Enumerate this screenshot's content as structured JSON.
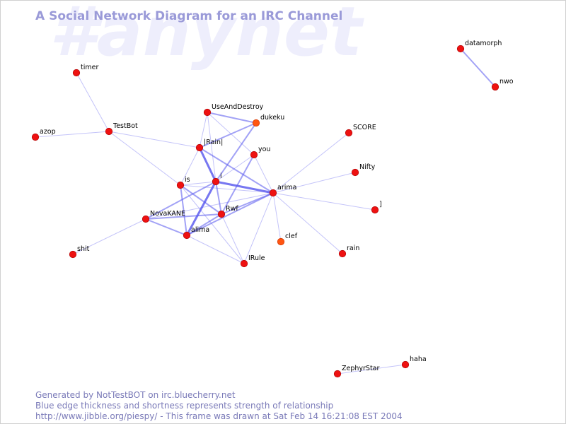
{
  "diagram": {
    "watermark": "#anynet",
    "title": "A Social Network Diagram for an IRC Channel",
    "footer_lines": [
      "Generated by NotTestBOT on irc.bluecherry.net",
      "Blue edge thickness and shortness represents strength of relationship",
      "http://www.jibble.org/piespy/ - This frame was drawn at Sat Feb 14 16:21:08 EST 2004"
    ],
    "colors": {
      "node": "#ee1111",
      "node_recent": "#ff5511",
      "edge": "#5555ee",
      "title": "#9a9ad8",
      "watermark": "#eeeefc",
      "footer": "#7a7ab8"
    },
    "nodes": [
      {
        "id": "timer",
        "label": "timer"
      },
      {
        "id": "testbot",
        "label": "TestBot"
      },
      {
        "id": "azop",
        "label": "azop"
      },
      {
        "id": "useanddestroy",
        "label": "UseAndDestroy"
      },
      {
        "id": "dukeku",
        "label": "dukeku",
        "recent": true
      },
      {
        "id": "rain",
        "label": "|Rain|"
      },
      {
        "id": "you",
        "label": "you"
      },
      {
        "id": "i",
        "label": "i"
      },
      {
        "id": "is",
        "label": "is"
      },
      {
        "id": "arima",
        "label": "arima"
      },
      {
        "id": "novakane",
        "label": "NovaKANE"
      },
      {
        "id": "rwf",
        "label": "Rwf"
      },
      {
        "id": "alima",
        "label": "alima"
      },
      {
        "id": "clef",
        "label": "clef",
        "recent": true
      },
      {
        "id": "shit",
        "label": "shit"
      },
      {
        "id": "irule",
        "label": "IRule"
      },
      {
        "id": "score",
        "label": "SCORE"
      },
      {
        "id": "nifty",
        "label": "Nifty"
      },
      {
        "id": "bracket",
        "label": "]"
      },
      {
        "id": "rainuser",
        "label": "rain"
      },
      {
        "id": "datamorph",
        "label": "datamorph"
      },
      {
        "id": "nwo",
        "label": "nwo"
      },
      {
        "id": "haha",
        "label": "haha"
      },
      {
        "id": "zephyrstar",
        "label": "ZephyrStar"
      }
    ],
    "edges": [
      {
        "from": "timer",
        "to": "testbot",
        "strength": 1
      },
      {
        "from": "azop",
        "to": "testbot",
        "strength": 1
      },
      {
        "from": "testbot",
        "to": "rain",
        "strength": 1
      },
      {
        "from": "testbot",
        "to": "is",
        "strength": 1
      },
      {
        "from": "useanddestroy",
        "to": "dukeku",
        "strength": 2
      },
      {
        "from": "useanddestroy",
        "to": "rain",
        "strength": 1
      },
      {
        "from": "useanddestroy",
        "to": "you",
        "strength": 1
      },
      {
        "from": "useanddestroy",
        "to": "i",
        "strength": 1
      },
      {
        "from": "dukeku",
        "to": "rain",
        "strength": 2
      },
      {
        "from": "dukeku",
        "to": "i",
        "strength": 2
      },
      {
        "from": "rain",
        "to": "i",
        "strength": 3
      },
      {
        "from": "rain",
        "to": "arima",
        "strength": 2
      },
      {
        "from": "rain",
        "to": "is",
        "strength": 1
      },
      {
        "from": "you",
        "to": "arima",
        "strength": 1
      },
      {
        "from": "you",
        "to": "rwf",
        "strength": 2
      },
      {
        "from": "you",
        "to": "i",
        "strength": 1
      },
      {
        "from": "i",
        "to": "arima",
        "strength": 3
      },
      {
        "from": "i",
        "to": "alima",
        "strength": 3
      },
      {
        "from": "i",
        "to": "rwf",
        "strength": 2
      },
      {
        "from": "i",
        "to": "is",
        "strength": 1
      },
      {
        "from": "i",
        "to": "novakane",
        "strength": 2
      },
      {
        "from": "is",
        "to": "alima",
        "strength": 2
      },
      {
        "from": "is",
        "to": "rwf",
        "strength": 2
      },
      {
        "from": "is",
        "to": "arima",
        "strength": 1
      },
      {
        "from": "is",
        "to": "irule",
        "strength": 1
      },
      {
        "from": "arima",
        "to": "rwf",
        "strength": 2
      },
      {
        "from": "arima",
        "to": "alima",
        "strength": 2
      },
      {
        "from": "arima",
        "to": "novakane",
        "strength": 1
      },
      {
        "from": "arima",
        "to": "clef",
        "strength": 1
      },
      {
        "from": "arima",
        "to": "irule",
        "strength": 1
      },
      {
        "from": "arima",
        "to": "score",
        "strength": 1
      },
      {
        "from": "arima",
        "to": "nifty",
        "strength": 1
      },
      {
        "from": "arima",
        "to": "bracket",
        "strength": 1
      },
      {
        "from": "arima",
        "to": "rainuser",
        "strength": 1
      },
      {
        "from": "novakane",
        "to": "rwf",
        "strength": 2
      },
      {
        "from": "novakane",
        "to": "alima",
        "strength": 2
      },
      {
        "from": "novakane",
        "to": "shit",
        "strength": 1
      },
      {
        "from": "rwf",
        "to": "alima",
        "strength": 2
      },
      {
        "from": "rwf",
        "to": "irule",
        "strength": 1
      },
      {
        "from": "alima",
        "to": "irule",
        "strength": 1
      },
      {
        "from": "datamorph",
        "to": "nwo",
        "strength": 2
      },
      {
        "from": "haha",
        "to": "zephyrstar",
        "strength": 1
      }
    ]
  }
}
